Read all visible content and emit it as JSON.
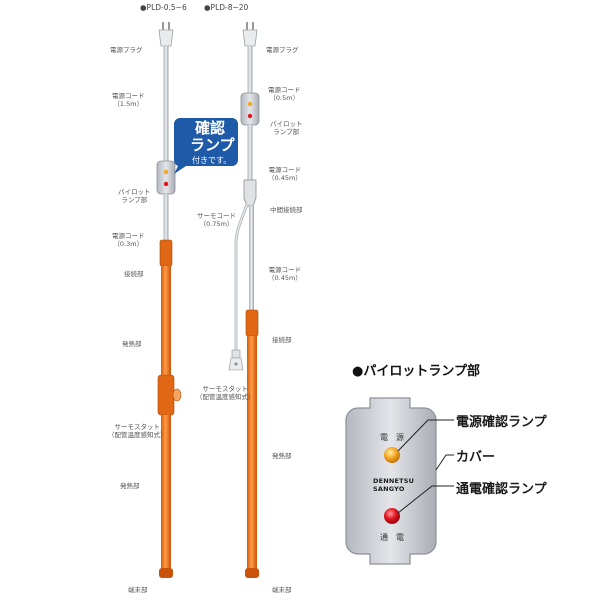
{
  "left_unit": {
    "model": "●PLD-0.5~6",
    "labels": {
      "plug": "電源プラグ",
      "power_cord": "電源コード\n（1.5m）",
      "pilot_lamp": "パイロット\nランプ部",
      "power_cord_2": "電源コード\n（0.3m）",
      "connection": "接続部",
      "heating_1": "発熱部",
      "thermostat": "サーモスタット\n（配管温度感知式）",
      "heating_2": "発熱部",
      "end": "端末部"
    }
  },
  "right_unit": {
    "model": "●PLD-8~20",
    "labels": {
      "plug": "電源プラグ",
      "power_cord": "電源コード\n（0.5m）",
      "pilot_lamp": "パイロット\nランプ部",
      "power_cord_2": "電源コード\n（0.45m）",
      "middle_connection": "中間接続部",
      "thermo_cord": "サーモコード\n（0.75m）",
      "power_cord_3": "電源コード\n（0.45m）",
      "connection": "接続部",
      "thermostat": "サーモスタット\n（配管温度感知式）",
      "heating": "発熱部",
      "end": "端末部"
    }
  },
  "callout": {
    "title": "確認\nランプ",
    "subtitle": "付きです。"
  },
  "detail": {
    "title": "●パイロットランプ部",
    "labels": {
      "power_lamp": "電源確認ランプ",
      "cover": "カバー",
      "current_lamp": "通電確認ランプ"
    },
    "panel_top_text": "電　源",
    "panel_bottom_text": "通　電",
    "brand_line1": "DENNETSU",
    "brand_line2": "SANGYO",
    "colors": {
      "power_lamp": "#f5a623",
      "current_lamp": "#e0141e",
      "panel": "#c9ccd2"
    }
  },
  "colors": {
    "heater": "#f07a1e",
    "cord": "#cfd3d6",
    "callout": "#1f5aa8"
  }
}
